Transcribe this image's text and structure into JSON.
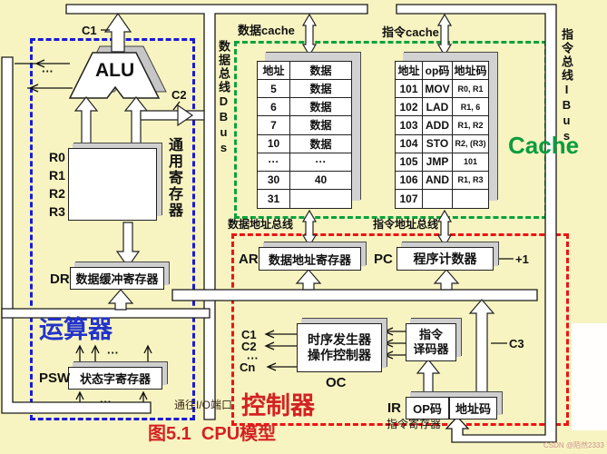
{
  "caption": "图5.1  CPU模型",
  "watermark": "CSDN @陌然2333",
  "dots": "···",
  "colors": {
    "background": "#f7f4c1",
    "arithmetic_box_dashed": "#1a1ad8",
    "cache_box_dashed": "#0aa23c",
    "controller_box_dashed": "#ee1313",
    "arithmetic_text": "#2233cc",
    "cache_text": "#0a9c40",
    "controller_text": "#d42222"
  },
  "alu": {
    "label": "ALU",
    "c1": "C1",
    "c2": "C2"
  },
  "registers": {
    "r0": "R0",
    "r1": "R1",
    "r2": "R2",
    "r3": "R3",
    "group": "通用寄存器"
  },
  "units": {
    "arithmetic": "运算器",
    "controller": "控制器",
    "cache": "Cache"
  },
  "dr": {
    "abbr": "DR",
    "name": "数据缓冲寄存器"
  },
  "psw": {
    "abbr": "PSW",
    "name": "状态字寄存器"
  },
  "ar": {
    "abbr": "AR",
    "name": "数据地址寄存器"
  },
  "pc": {
    "abbr": "PC",
    "name": "程序计数器",
    "plus_one": "+1"
  },
  "oc": {
    "line1": "时序发生器",
    "line2": "操作控制器",
    "abbr": "OC",
    "c1": "C1",
    "c2": "C2",
    "cn": "Cn"
  },
  "decoder": {
    "line1": "指令",
    "line2": "译码器",
    "c3": "C3"
  },
  "ir": {
    "abbr": "IR",
    "op": "OP码",
    "addr": "地址码",
    "name": "指令寄存器"
  },
  "buses": {
    "data_bus": "数据总线DBus",
    "inst_bus": "指令总线IBus",
    "data_cache": "数据cache",
    "inst_cache": "指令cache",
    "data_addr": "数据地址总线",
    "inst_addr": "指令地址总线",
    "io": "通往I/O端口"
  },
  "data_cache_table": {
    "headers": [
      "地址",
      "数据"
    ],
    "rows": [
      [
        "5",
        "数据"
      ],
      [
        "6",
        "数据"
      ],
      [
        "7",
        "数据"
      ],
      [
        "10",
        "数据"
      ],
      [
        "···",
        "···"
      ],
      [
        "30",
        "40"
      ],
      [
        "31",
        ""
      ]
    ]
  },
  "inst_cache_table": {
    "headers": [
      "地址",
      "op码",
      "地址码"
    ],
    "rows": [
      [
        "101",
        "MOV",
        "R0, R1"
      ],
      [
        "102",
        "LAD",
        "R1, 6"
      ],
      [
        "103",
        "ADD",
        "R1, R2"
      ],
      [
        "104",
        "STO",
        "R2, (R3)"
      ],
      [
        "105",
        "JMP",
        "101"
      ],
      [
        "106",
        "AND",
        "R1, R3"
      ],
      [
        "107",
        "",
        ""
      ]
    ]
  }
}
